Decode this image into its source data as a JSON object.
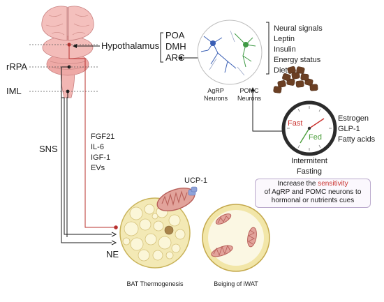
{
  "brain_labels": {
    "hypothalamus": "Hypothalamus",
    "rrpa": "rRPA",
    "iml": "IML",
    "sns": "SNS",
    "ne": "NE"
  },
  "nuclei": [
    "POA",
    "DMH",
    "ARC"
  ],
  "neuron_labels": {
    "agrp_line1": "AgRP",
    "agrp_line2": "Neurons",
    "pomc_line1": "POMC",
    "pomc_line2": "Neurons"
  },
  "signals": [
    "Neural signals",
    "Leptin",
    "Insulin",
    "Energy status",
    "Diet"
  ],
  "factors": [
    "FGF21",
    "IL-6",
    "IGF-1",
    "EVs"
  ],
  "clock": {
    "fast": "Fast",
    "fed": "Fed",
    "caption_line1": "Intermitent",
    "caption_line2": "Fasting"
  },
  "hormones": [
    "Estrogen",
    "GLP-1",
    "Fatty acids"
  ],
  "sensitivity": {
    "line1_before": "Increase the ",
    "line1_highlight": "sensitivity",
    "line2": "of AgRP and POMC neurons to",
    "line3": "hormonal or nutrients cues"
  },
  "ucp1": "UCP-1",
  "captions": {
    "bat": "BAT Thermogenesis",
    "iwat": "Beiging of iWAT"
  },
  "colors": {
    "brain": "#f2b6b3",
    "brain_dark": "#d98c8b",
    "nerve_red": "#b8302e",
    "fast": "#c9302c",
    "fed": "#4a9e3a",
    "highlight": "#c9302c",
    "fat_cell": "#f1e7ae",
    "mito": "#d88a82",
    "kibble": "#6b3f23"
  }
}
